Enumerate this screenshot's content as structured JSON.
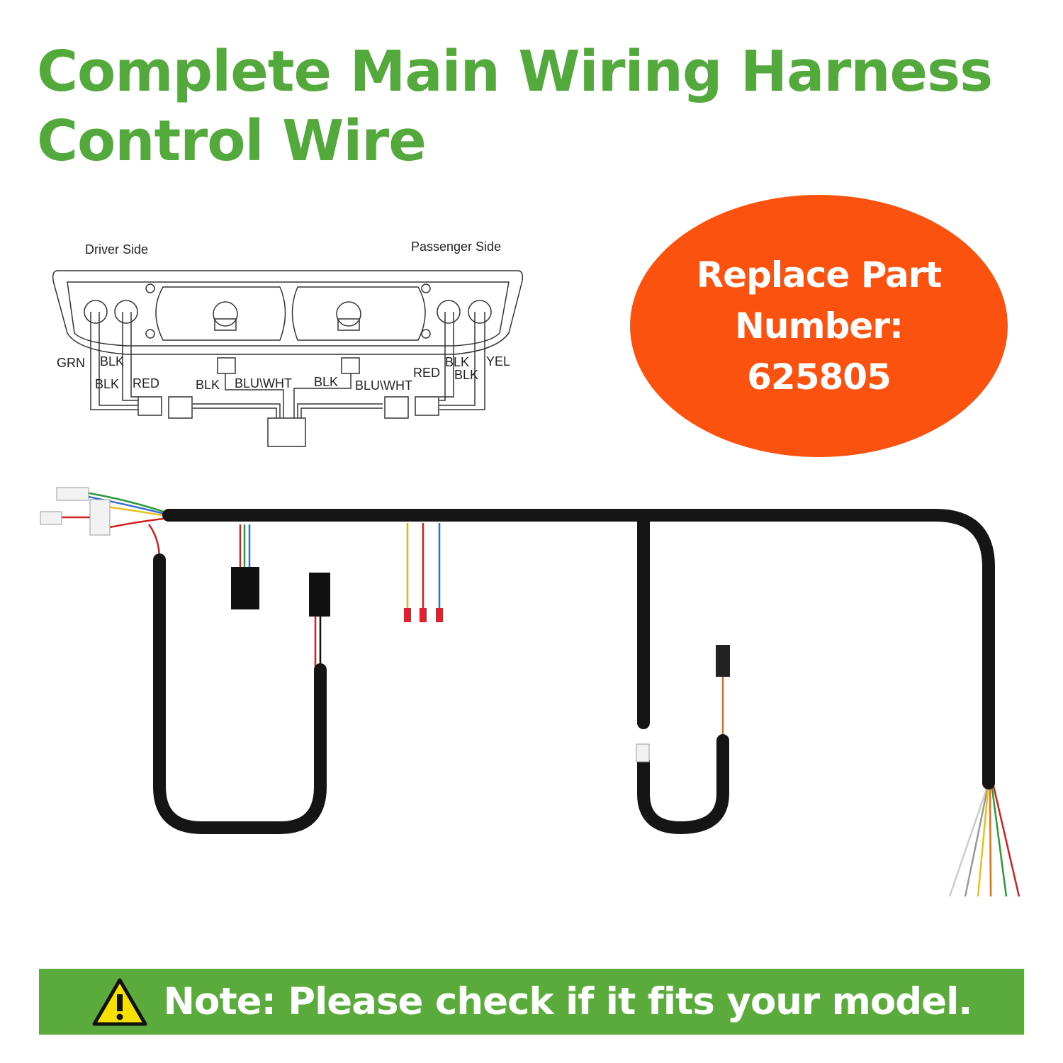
{
  "title": {
    "line1": "Complete Main Wiring Harness",
    "line2": "Control Wire"
  },
  "badge": {
    "line1": "Replace Part",
    "line2": "Number:",
    "line3": "625805",
    "color": "#fb520f"
  },
  "diagram": {
    "driver_side": "Driver Side",
    "passenger_side": "Passenger Side",
    "labels": {
      "grn": "GRN",
      "blk1": "BLK",
      "blk2": "BLK",
      "red1": "RED",
      "blk3": "BLK",
      "bluwht1": "BLU\\WHT",
      "blk4": "BLK",
      "bluwht2": "BLU\\WHT",
      "red2": "RED",
      "blk5": "BLK",
      "blk6": "BLK",
      "yel": "YEL"
    }
  },
  "note": {
    "text": "Note: Please check if it fits your model.",
    "icon": "warning-icon",
    "color": "#5aab3c"
  },
  "colors": {
    "accent_green": "#53a93b",
    "harness": "#151515"
  }
}
